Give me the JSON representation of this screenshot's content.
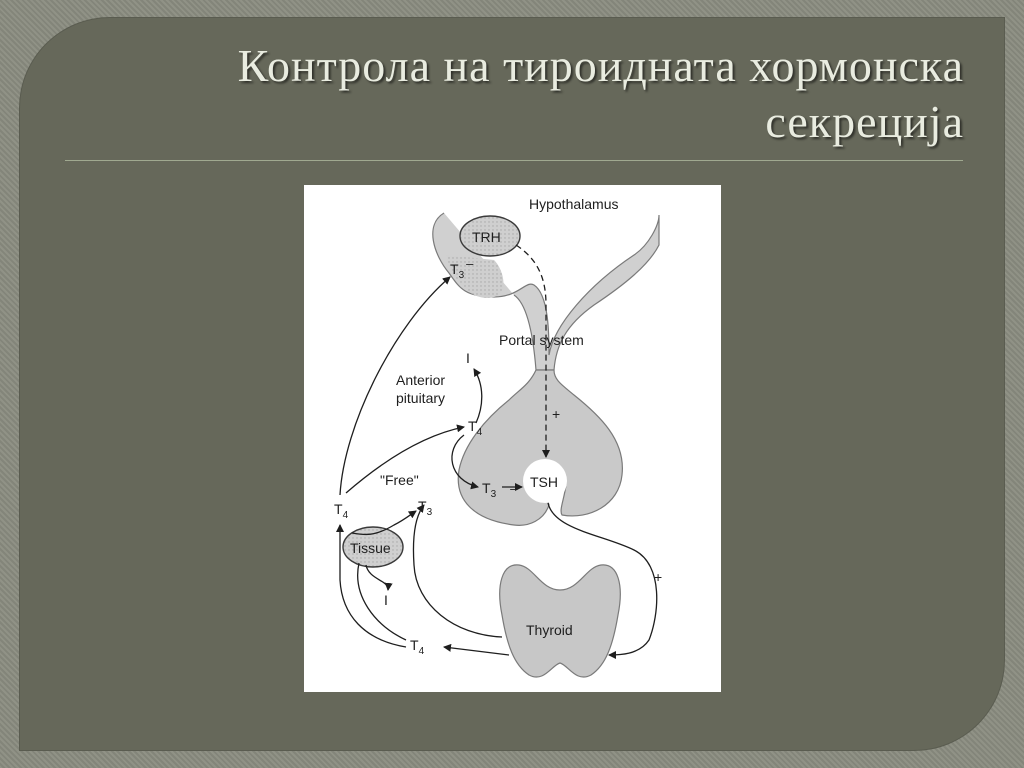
{
  "slide": {
    "title_line1": "Контрола на тироидната хормонска",
    "title_line2": "секреција"
  },
  "diagram": {
    "hypothalamus": "Hypothalamus",
    "trh": "TRH",
    "portal_system": "Portal system",
    "anterior_pituitary_line1": "Anterior",
    "anterior_pituitary_line2": "pituitary",
    "tsh": "TSH",
    "thyroid": "Thyroid",
    "tissue": "Tissue",
    "free": "\"Free\"",
    "t3": "T",
    "t4": "T",
    "sub3": "3",
    "sub4": "4",
    "iodide": "I",
    "plus": "+",
    "minus": "–"
  },
  "colors": {
    "frame": "#66685a",
    "background": "#8a8c80",
    "title": "#e9ece0",
    "rule": "#aab59a",
    "shading": "#c8c8c8"
  }
}
